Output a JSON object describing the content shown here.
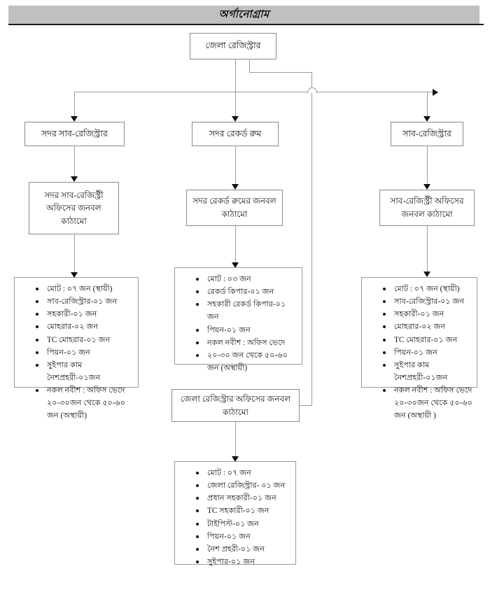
{
  "header": {
    "title": "অর্গানোগ্রাম"
  },
  "nodes": {
    "district_registrar": "জেলা রেজিস্ট্রার",
    "sadar_sub_registrar": "সদর সাব-রেজিস্ট্রার",
    "sadar_record_room": "সদর রেকর্ড রুম",
    "sub_registrar": "সাব-রেজিস্ট্রার",
    "sadar_sub_registry_office_manpower": "সদর সাব-রেজিস্ট্রী অফিসের জনবল কাঠামো",
    "sadar_record_room_manpower": "সদর রেকর্ড রুমের জনবল কাঠামো",
    "sub_registry_office_manpower": "সাব-রেজিস্ট্রী অফিসের জনবল কাঠামো",
    "district_registrar_office_manpower": "জেলা রেজিস্ট্রার অফিসের জনবল কাঠামো"
  },
  "lists": {
    "sadar_sub_registry_staff": [
      "মোট : ০৭ জন (স্থায়ী)",
      "সাব-রেজিস্ট্রার-০১ জন",
      "সহকারী-০১ জন",
      "মোহরার-০২ জন",
      "TC মোহরার-০১ জন",
      "পিয়ন-০১ জন",
      "সুইপার কাম নৈশপ্রহরী-০১জন",
      "নকল নবীশ : অফিস ভেদে ২০-৩০জন থেকে ৫০-৬০ জন (অস্থায়ী)"
    ],
    "record_room_staff": [
      "মোট : ০৩ জন",
      "রেকর্ড কিপার-০১ জন",
      "সহকারী রেকর্ড কিপার-০১ জন",
      "পিয়ন-০১ জন",
      "নকল নবীশ : অফিস ভেদে",
      "২০-৩০ জন থেকে ৫০-৬০ জন (অস্থায়ী)"
    ],
    "sub_registry_staff": [
      "মোট : ০৭ জন (স্থায়ী)",
      "সাব-রেজিস্ট্রার-০১ জন",
      "সহকারী-০১ জন",
      "মোহরার-০২ জন",
      "TC মোহরার-০১ জন",
      "পিয়ন-০১ জন",
      "সুইপার কাম নৈশপ্রহরী-০১জন",
      "নকল নবীশ : অফিস ভেদে ২০-৩০জন থেকে ৫০-৬০ জন  (অস্থায়ী )"
    ],
    "district_registrar_staff": [
      "মোট : ০৭ জন",
      "জেলা রেজিস্ট্রার- ০১ জন",
      "প্রধান সহকারী-০১ জন",
      "TC সহকারী-০১ জন",
      "টাইপিস্ট-০১ জন",
      "পিয়ন-০১ জন",
      "নৈশ প্রহরী-০১ জন",
      "সুইপার-০১ জন"
    ]
  },
  "colors": {
    "header_bg": "#c0c0c0",
    "header_rule": "#1a1a1a",
    "box_border": "#8a8a8a",
    "connector": "#9b9b9b",
    "arrow": "#111111",
    "text": "#111111"
  }
}
